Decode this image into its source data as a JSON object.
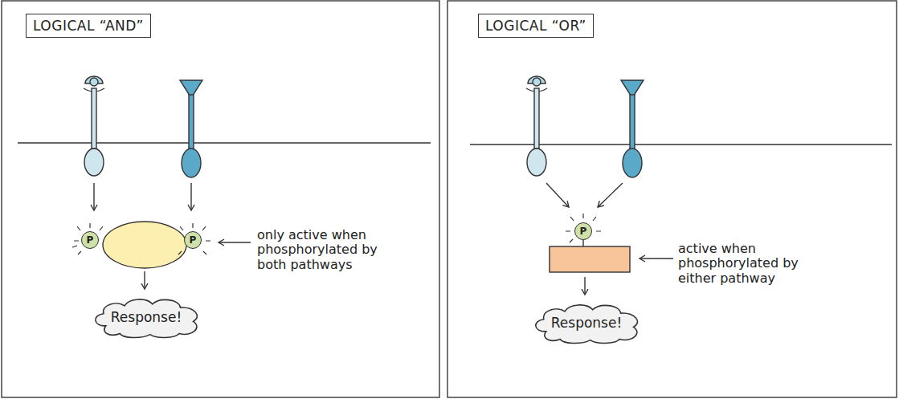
{
  "diagram": {
    "nodes": [
      {
        "text": [
          "LOGICAL “AND”"
        ]
      },
      {
        "text": [
          "P"
        ]
      },
      {
        "text": [
          "P"
        ]
      },
      {
        "text": [
          "Response!"
        ]
      },
      {
        "text": [
          "LOGICAL “OR”"
        ]
      },
      {
        "text": [
          "P"
        ]
      },
      {
        "text": [
          "Response!"
        ]
      }
    ],
    "labels": [
      "only active when phosphorylated by both pathways",
      "active when phosphorylated by either pathway"
    ]
  }
}
